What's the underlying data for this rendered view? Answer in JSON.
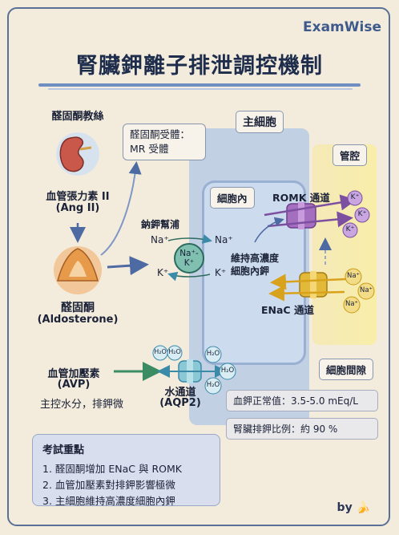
{
  "brand": "ExamWise",
  "title": "腎臟鉀離子排泄調控機制",
  "left_panel": {
    "aldosterone_source": "醛固酮教絲",
    "ang_line1": "血管張力素 II",
    "ang_line2": "(Ang II)",
    "aldo_line1": "醛固酮",
    "aldo_line2": "(Aldosterone)",
    "avp_line1": "血管加壓素",
    "avp_line2": "(AVP)",
    "avp_note": "主控水分，排鉀微"
  },
  "receptor": {
    "line1": "醛固酮受體：",
    "line2": "MR 受體"
  },
  "pump": {
    "label": "鈉鉀幫浦",
    "na_in": "Na⁺",
    "na_out": "Na⁺",
    "k_in": "K⁺",
    "k_out": "K⁺",
    "center1": "Na⁺-",
    "center2": "K⁺"
  },
  "cell": {
    "main_cell": "主細胞",
    "intracellular": "細胞內",
    "lumen": "管腔",
    "interstitial": "細胞間隙",
    "romk": "ROMK  通道",
    "enac": "ENaC 通道",
    "maintain_line1": "維持高濃度",
    "maintain_line2": "細胞內鉀"
  },
  "ions": {
    "k": "K⁺",
    "na": "Na⁺",
    "h2o": "H₂O"
  },
  "aquaporin": {
    "line1": "水通道",
    "line2": "(AQP2)"
  },
  "stats": [
    "血鉀正常值：3.5-5.0 mEq/L",
    "腎臟排鉀比例：約 90 %"
  ],
  "exam": {
    "heading": "考試重點",
    "items": [
      "1. 醛固酮增加 ENaC 與 ROMK",
      "2. 血管加壓素對排鉀影響極微",
      "3. 主細胞維持高濃度細胞內鉀"
    ]
  },
  "by": "by 🍌",
  "colors": {
    "accent": "#3e5a8c",
    "cell": "#b9cbe5",
    "lumen": "#f6ecb0",
    "channel": "#a56fbf",
    "enac": "#e3b93a"
  }
}
